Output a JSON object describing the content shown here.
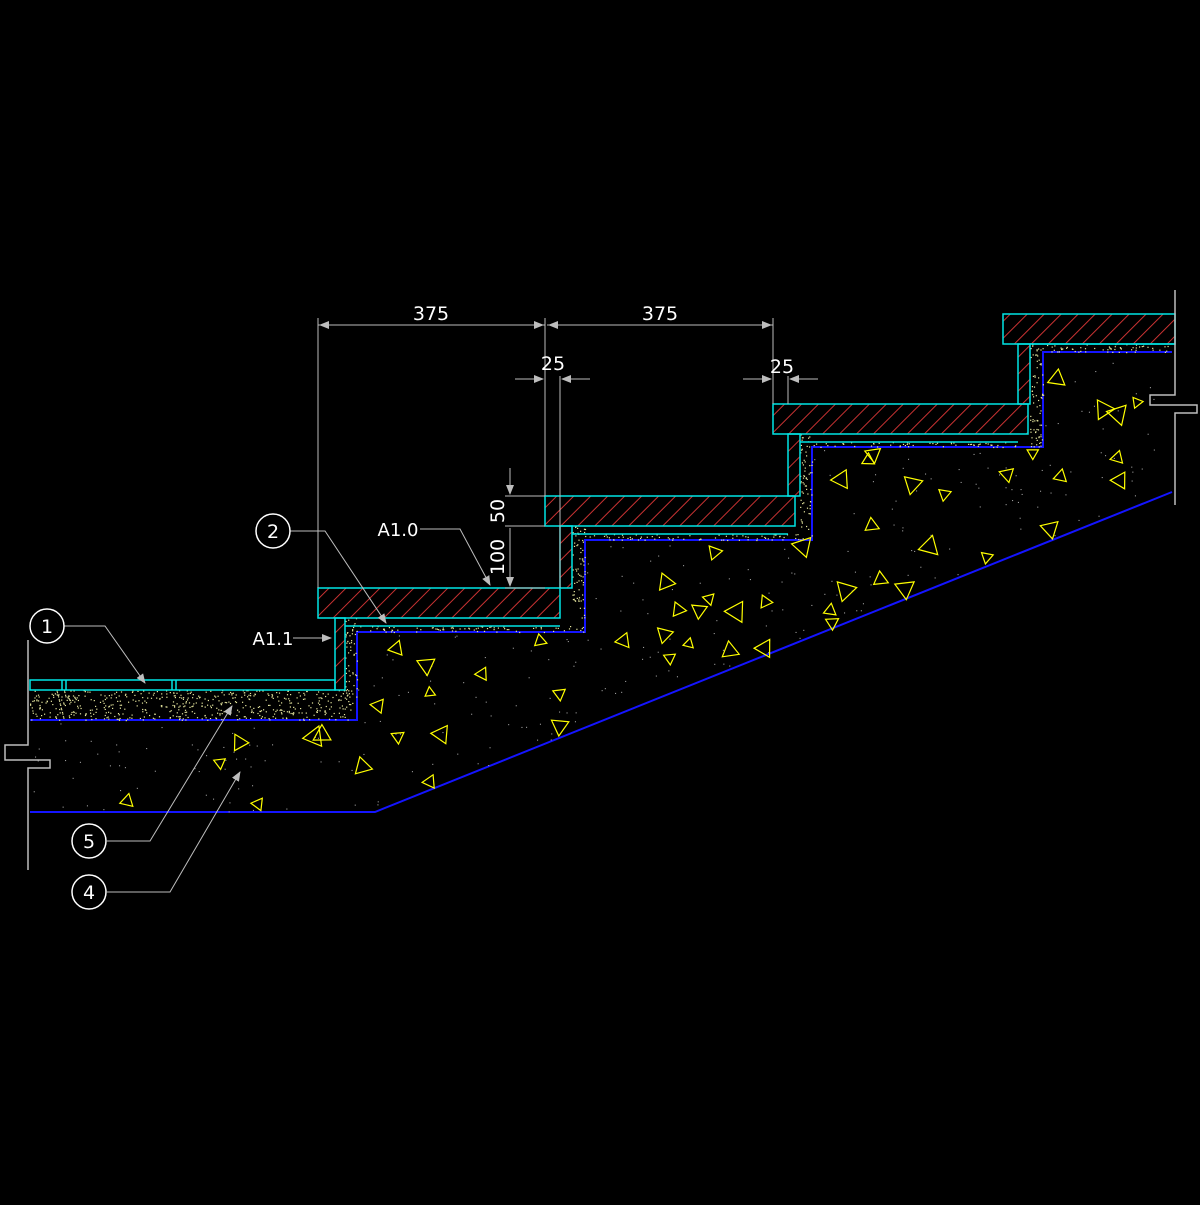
{
  "drawing": {
    "background": "#000000",
    "colors": {
      "outline": "#00e5e5",
      "hatch": "#c83232",
      "concrete_line": "#1414ff",
      "aggregate": "#ffff00",
      "mortar_dots": "#e8e8a0",
      "annotation": "#bdbdbd",
      "text": "#ffffff"
    }
  },
  "dimensions": {
    "tread_1": "375",
    "tread_2": "375",
    "nosing_1": "25",
    "nosing_2": "25",
    "riser_top": "50",
    "riser_bottom": "100"
  },
  "tags": {
    "a10": "A1.0",
    "a11": "A1.1"
  },
  "callouts": {
    "c1": "1",
    "c2": "2",
    "c4": "4",
    "c5": "5"
  }
}
